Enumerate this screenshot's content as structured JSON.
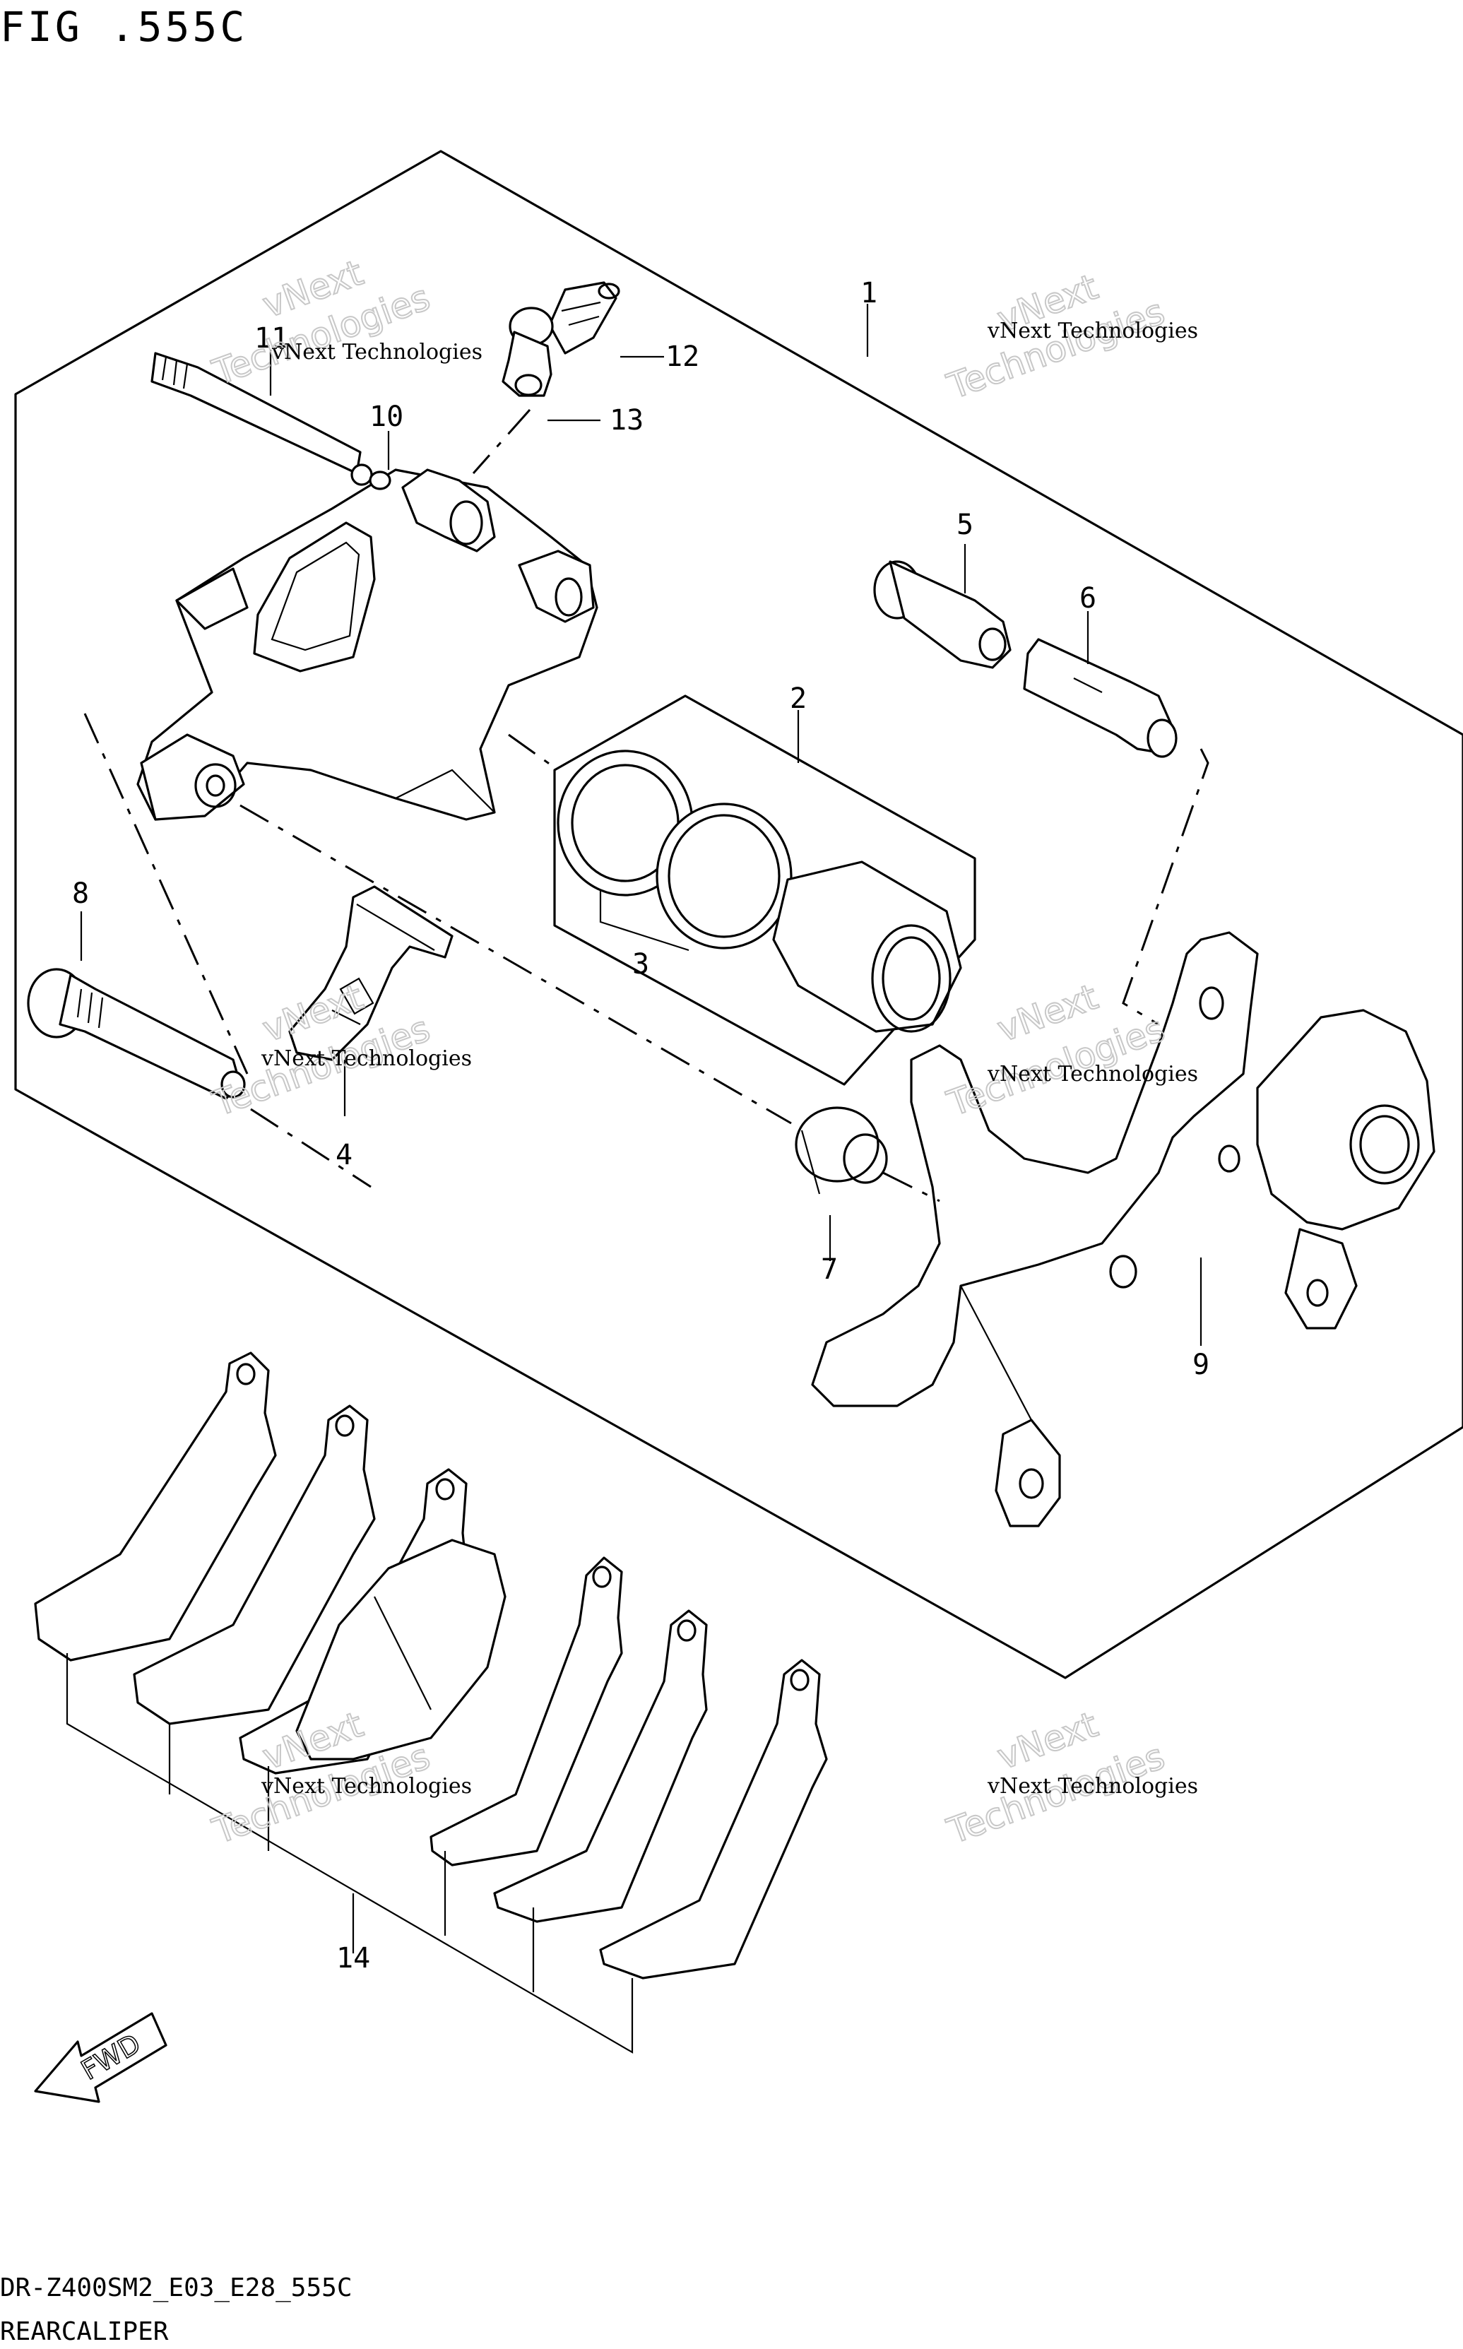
{
  "header": {
    "figure_number": "FIG .555C"
  },
  "footer": {
    "diagram_code": "DR-Z400SM2_E03_E28_555C",
    "section_title": "REARCALIPER"
  },
  "watermark": {
    "line1": "vNext Technologies",
    "line2": "vNext",
    "line3": "Technologies"
  },
  "callouts": [
    {
      "id": "1",
      "text": "1"
    },
    {
      "id": "2",
      "text": "2"
    },
    {
      "id": "3",
      "text": "3"
    },
    {
      "id": "4",
      "text": "4"
    },
    {
      "id": "5",
      "text": "5"
    },
    {
      "id": "6",
      "text": "6"
    },
    {
      "id": "7",
      "text": "7"
    },
    {
      "id": "8",
      "text": "8"
    },
    {
      "id": "9",
      "text": "9"
    },
    {
      "id": "10",
      "text": "10"
    },
    {
      "id": "11",
      "text": "11"
    },
    {
      "id": "12",
      "text": "12"
    },
    {
      "id": "13",
      "text": "13"
    },
    {
      "id": "14",
      "text": "14"
    }
  ],
  "fwd_badge": {
    "text": "FWD"
  }
}
